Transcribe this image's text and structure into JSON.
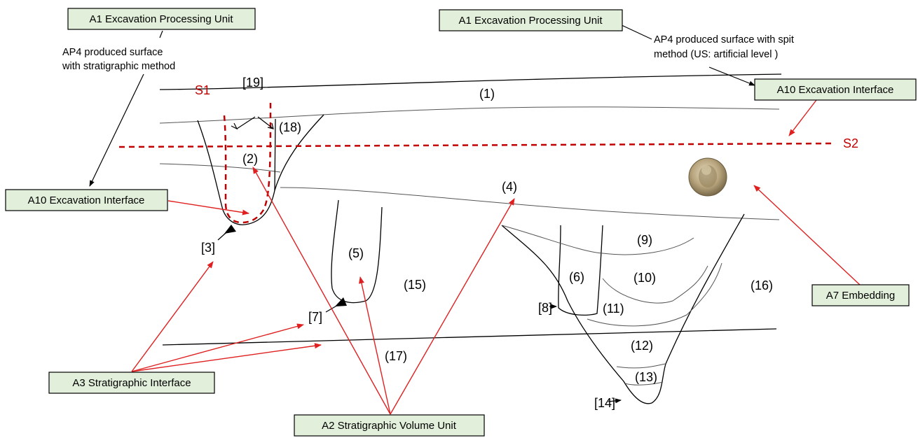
{
  "boxes": {
    "a1_left": "A1 Excavation Processing Unit",
    "a1_right": "A1 Excavation Processing Unit",
    "a10_left": "A10 Excavation Interface",
    "a10_right": "A10 Excavation Interface",
    "a7": "A7 Embedding",
    "a3": "A3 Stratigraphic Interface",
    "a2": "A2 Stratigraphic Volume Unit"
  },
  "notes": {
    "left_line1": "AP4 produced surface",
    "left_line2": "with stratigraphic method",
    "right_line1": "AP4 produced surface with spit",
    "right_line2": "method (US: artificial level )"
  },
  "sections": {
    "s1": "S1",
    "s2": "S2"
  },
  "labels": {
    "l1": "(1)",
    "l2": "(2)",
    "l3": "[3]",
    "l4": "(4)",
    "l5": "(5)",
    "l6": "(6)",
    "l7": "[7]",
    "l8": "[8]",
    "l9": "(9)",
    "l10": "(10)",
    "l11": "(11)",
    "l12": "(12)",
    "l13": "(13)",
    "l14": "[14]",
    "l15": "(15)",
    "l16": "(16)",
    "l17": "(17)",
    "l18": "(18)",
    "l19": "[19]"
  },
  "colors": {
    "box_fill": "#e2efda",
    "red_arrow": "#e02020",
    "section_line": "#c00000"
  },
  "icons": {
    "coin": "roman-coin-image"
  }
}
